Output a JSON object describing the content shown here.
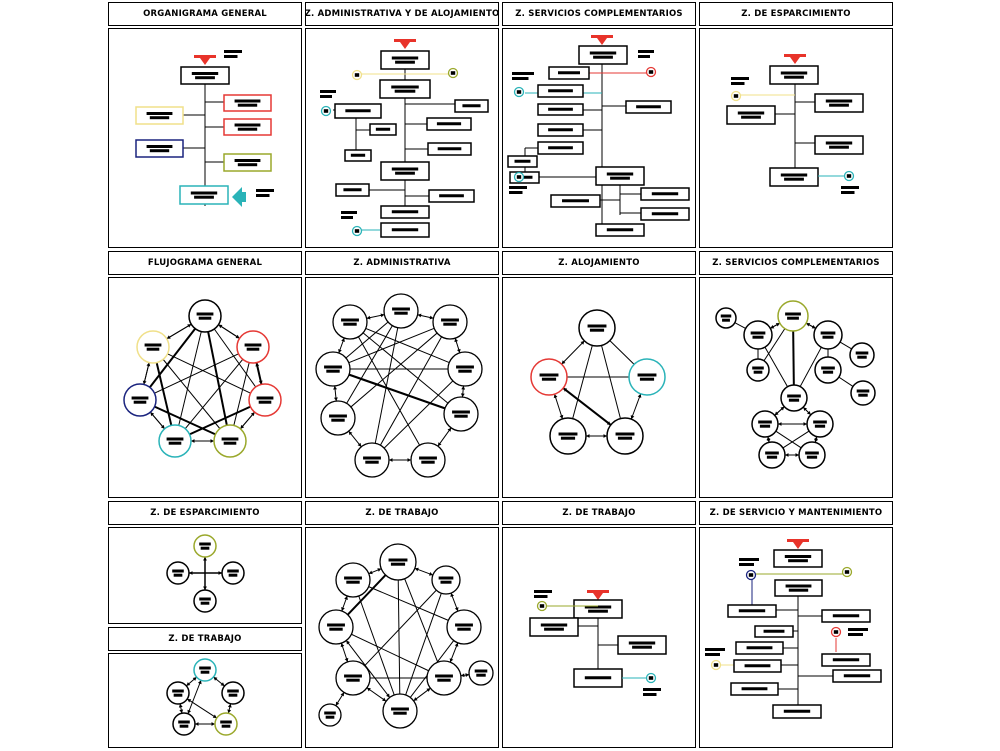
{
  "panels": [
    {
      "id": "org-general",
      "title": "ORGANIGRAMA GENERAL"
    },
    {
      "id": "org-adm-aloj",
      "title": "Z. ADMINISTRATIVA Y DE ALOJAMIENTO"
    },
    {
      "id": "org-serv-comp",
      "title": "Z. SERVICIOS COMPLEMENTARIOS"
    },
    {
      "id": "org-esparc",
      "title": "Z. DE ESPARCIMIENTO"
    },
    {
      "id": "flow-general",
      "title": "FLUJOGRAMA GENERAL"
    },
    {
      "id": "flow-adm",
      "title": "Z. ADMINISTRATIVA"
    },
    {
      "id": "flow-aloj",
      "title": "Z. ALOJAMIENTO"
    },
    {
      "id": "flow-serv-comp",
      "title": "Z. SERVICIOS COMPLEMENTARIOS"
    },
    {
      "id": "flow-esparc",
      "title": "Z. DE ESPARCIMIENTO"
    },
    {
      "id": "flow-trabajo-1",
      "title": "Z. DE TRABAJO"
    },
    {
      "id": "org-trabajo",
      "title": "Z. DE TRABAJO"
    },
    {
      "id": "org-serv-mant",
      "title": "Z. DE SERVICIO Y MANTENIMIENTO"
    },
    {
      "id": "flow-trabajo-2",
      "title": "Z. DE TRABAJO"
    }
  ],
  "colors": {
    "ink": "#000000",
    "arrow": "#e8332a",
    "red": "#e53935",
    "yellow": "#f0e08a",
    "blue": "#1a237e",
    "olive": "#9aa82b",
    "teal": "#2ab3b8"
  }
}
